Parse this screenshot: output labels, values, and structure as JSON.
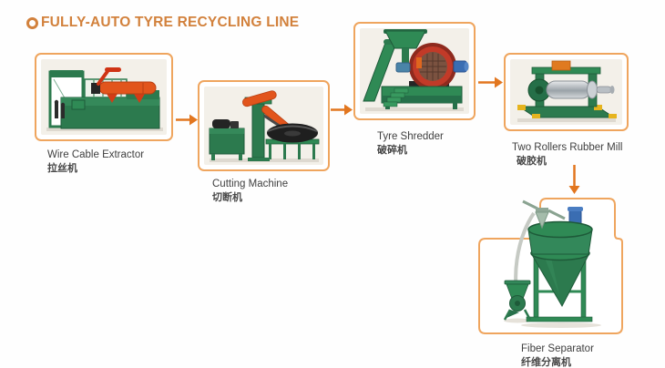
{
  "title": {
    "text": "FULLY-AUTO TYRE RECYCLING LINE"
  },
  "machines": [
    {
      "id": "wire-cable-extractor",
      "label": "Wire Cable Extractor",
      "label_zh": "拉丝机"
    },
    {
      "id": "cutting-machine",
      "label": "Cutting Machine",
      "label_zh": "切断机"
    },
    {
      "id": "tyre-shredder",
      "label": "Tyre Shredder",
      "label_zh": "破碎机"
    },
    {
      "id": "two-rollers-rubber-mill",
      "label": "Two Rollers Rubber Mill",
      "label_zh": "破胶机"
    },
    {
      "id": "fiber-separator",
      "label": "Fiber Separator",
      "label_zh": "纤维分离机"
    }
  ],
  "flow": [
    {
      "from": "Wire Cable Extractor",
      "to": "Cutting Machine",
      "direction": "right"
    },
    {
      "from": "Cutting Machine",
      "to": "Tyre Shredder",
      "direction": "right"
    },
    {
      "from": "Tyre Shredder",
      "to": "Two Rollers Rubber Mill",
      "direction": "right"
    },
    {
      "from": "Two Rollers Rubber Mill",
      "to": "Fiber Separator",
      "direction": "down"
    }
  ],
  "colors": {
    "title_orange": "#d2813c",
    "box_border_orange": "#efa55e",
    "arrow_orange": "#e2761f",
    "machine_green": "#2f8a55",
    "machine_red": "#e2551c",
    "drum_red": "#c23a28",
    "motor_blue": "#3a6db2",
    "photo_background": "#f3f0e9"
  }
}
